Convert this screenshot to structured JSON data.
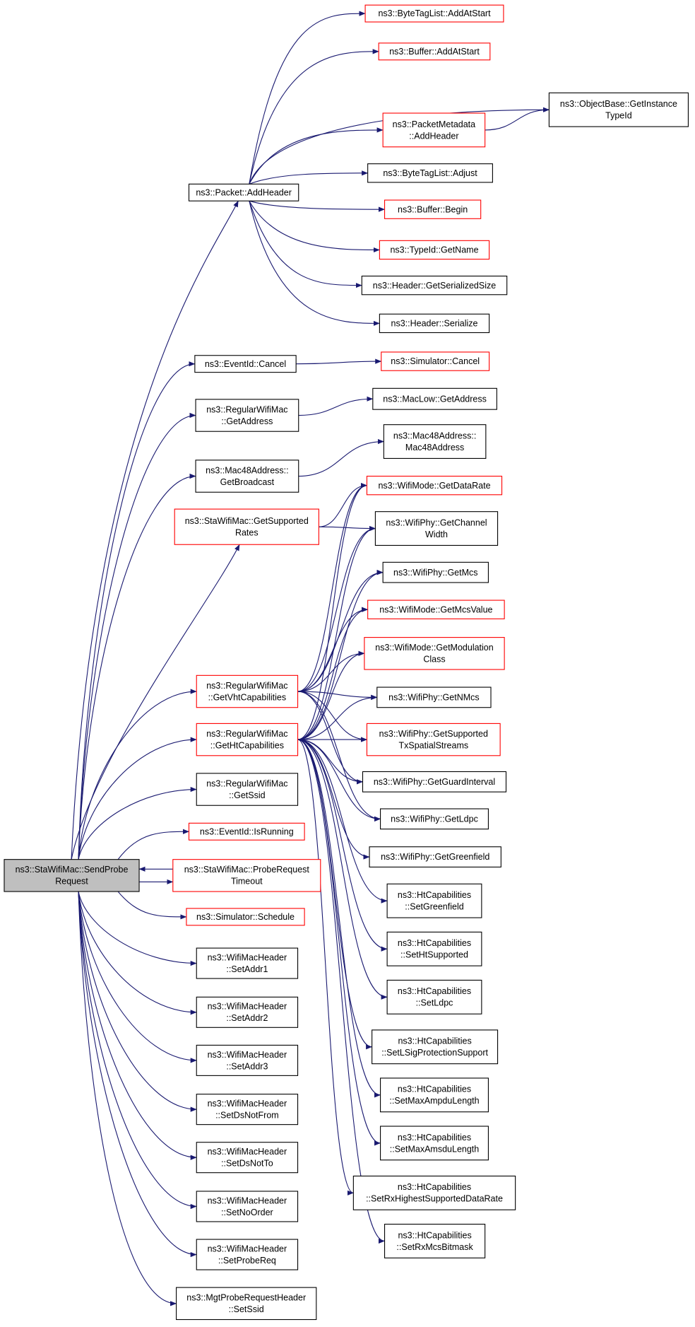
{
  "colors": {
    "edge": "#191970",
    "missing_doc_border": "#ff0000",
    "root_fill": "#bfbfbf"
  },
  "nodes": [
    {
      "id": "root",
      "lines": [
        "ns3::StaWifiMac::SendProbe",
        "Request"
      ],
      "style": "root"
    },
    {
      "id": "packet_addheader",
      "lines": [
        "ns3::Packet::AddHeader"
      ],
      "style": "black"
    },
    {
      "id": "eventid_cancel",
      "lines": [
        "ns3::EventId::Cancel"
      ],
      "style": "black"
    },
    {
      "id": "rwm_getaddress",
      "lines": [
        "ns3::RegularWifiMac",
        "::GetAddress"
      ],
      "style": "black"
    },
    {
      "id": "mac48_getbroadcast",
      "lines": [
        "ns3::Mac48Address::",
        "GetBroadcast"
      ],
      "style": "black"
    },
    {
      "id": "sta_getsupportedrates",
      "lines": [
        "ns3::StaWifiMac::GetSupported",
        "Rates"
      ],
      "style": "red"
    },
    {
      "id": "rwm_getvht",
      "lines": [
        "ns3::RegularWifiMac",
        "::GetVhtCapabilities"
      ],
      "style": "red"
    },
    {
      "id": "rwm_getht",
      "lines": [
        "ns3::RegularWifiMac",
        "::GetHtCapabilities"
      ],
      "style": "red"
    },
    {
      "id": "rwm_getssid",
      "lines": [
        "ns3::RegularWifiMac",
        "::GetSsid"
      ],
      "style": "black"
    },
    {
      "id": "eventid_isrunning",
      "lines": [
        "ns3::EventId::IsRunning"
      ],
      "style": "red"
    },
    {
      "id": "sta_probereqtimeout",
      "lines": [
        "ns3::StaWifiMac::ProbeRequest",
        "Timeout"
      ],
      "style": "red"
    },
    {
      "id": "simulator_schedule",
      "lines": [
        "ns3::Simulator::Schedule"
      ],
      "style": "red"
    },
    {
      "id": "wmh_setaddr1",
      "lines": [
        "ns3::WifiMacHeader",
        "::SetAddr1"
      ],
      "style": "black"
    },
    {
      "id": "wmh_setaddr2",
      "lines": [
        "ns3::WifiMacHeader",
        "::SetAddr2"
      ],
      "style": "black"
    },
    {
      "id": "wmh_setaddr3",
      "lines": [
        "ns3::WifiMacHeader",
        "::SetAddr3"
      ],
      "style": "black"
    },
    {
      "id": "wmh_setdsnotfrom",
      "lines": [
        "ns3::WifiMacHeader",
        "::SetDsNotFrom"
      ],
      "style": "black"
    },
    {
      "id": "wmh_setdsnotto",
      "lines": [
        "ns3::WifiMacHeader",
        "::SetDsNotTo"
      ],
      "style": "black"
    },
    {
      "id": "wmh_setnoorder",
      "lines": [
        "ns3::WifiMacHeader",
        "::SetNoOrder"
      ],
      "style": "black"
    },
    {
      "id": "wmh_setprobereq",
      "lines": [
        "ns3::WifiMacHeader",
        "::SetProbeReq"
      ],
      "style": "black"
    },
    {
      "id": "mprh_setssid",
      "lines": [
        "ns3::MgtProbeRequestHeader",
        "::SetSsid"
      ],
      "style": "black"
    },
    {
      "id": "btl_addatstart",
      "lines": [
        "ns3::ByteTagList::AddAtStart"
      ],
      "style": "red"
    },
    {
      "id": "buffer_addatstart",
      "lines": [
        "ns3::Buffer::AddAtStart"
      ],
      "style": "red"
    },
    {
      "id": "objectbase_getinstancetypeid",
      "lines": [
        "ns3::ObjectBase::GetInstance",
        "TypeId"
      ],
      "style": "black"
    },
    {
      "id": "pm_addheader",
      "lines": [
        "ns3::PacketMetadata",
        "::AddHeader"
      ],
      "style": "red"
    },
    {
      "id": "btl_adjust",
      "lines": [
        "ns3::ByteTagList::Adjust"
      ],
      "style": "black"
    },
    {
      "id": "buffer_begin",
      "lines": [
        "ns3::Buffer::Begin"
      ],
      "style": "red"
    },
    {
      "id": "typeid_getname",
      "lines": [
        "ns3::TypeId::GetName"
      ],
      "style": "red"
    },
    {
      "id": "header_getserializedsize",
      "lines": [
        "ns3::Header::GetSerializedSize"
      ],
      "style": "black"
    },
    {
      "id": "header_serialize",
      "lines": [
        "ns3::Header::Serialize"
      ],
      "style": "black"
    },
    {
      "id": "simulator_cancel",
      "lines": [
        "ns3::Simulator::Cancel"
      ],
      "style": "red"
    },
    {
      "id": "maclow_getaddress",
      "lines": [
        "ns3::MacLow::GetAddress"
      ],
      "style": "black"
    },
    {
      "id": "mac48_mac48address",
      "lines": [
        "ns3::Mac48Address::",
        "Mac48Address"
      ],
      "style": "black"
    },
    {
      "id": "wifimode_getdatarate",
      "lines": [
        "ns3::WifiMode::GetDataRate"
      ],
      "style": "red"
    },
    {
      "id": "wifiphy_getchannelwidth",
      "lines": [
        "ns3::WifiPhy::GetChannel",
        "Width"
      ],
      "style": "black"
    },
    {
      "id": "wifiphy_getmcs",
      "lines": [
        "ns3::WifiPhy::GetMcs"
      ],
      "style": "black"
    },
    {
      "id": "wifimode_getmcsvalue",
      "lines": [
        "ns3::WifiMode::GetMcsValue"
      ],
      "style": "red"
    },
    {
      "id": "wifimode_getmodulationclass",
      "lines": [
        "ns3::WifiMode::GetModulation",
        "Class"
      ],
      "style": "red"
    },
    {
      "id": "wifiphy_getnmcs",
      "lines": [
        "ns3::WifiPhy::GetNMcs"
      ],
      "style": "black"
    },
    {
      "id": "wifiphy_getsupportedtxss",
      "lines": [
        "ns3::WifiPhy::GetSupported",
        "TxSpatialStreams"
      ],
      "style": "red"
    },
    {
      "id": "wifiphy_getguardinterval",
      "lines": [
        "ns3::WifiPhy::GetGuardInterval"
      ],
      "style": "black"
    },
    {
      "id": "wifiphy_getldpc",
      "lines": [
        "ns3::WifiPhy::GetLdpc"
      ],
      "style": "black"
    },
    {
      "id": "wifiphy_getgreenfield",
      "lines": [
        "ns3::WifiPhy::GetGreenfield"
      ],
      "style": "black"
    },
    {
      "id": "htc_setgreenfield",
      "lines": [
        "ns3::HtCapabilities",
        "::SetGreenfield"
      ],
      "style": "black"
    },
    {
      "id": "htc_sethtsupported",
      "lines": [
        "ns3::HtCapabilities",
        "::SetHtSupported"
      ],
      "style": "black"
    },
    {
      "id": "htc_setldpc",
      "lines": [
        "ns3::HtCapabilities",
        "::SetLdpc"
      ],
      "style": "black"
    },
    {
      "id": "htc_setlsigprotection",
      "lines": [
        "ns3::HtCapabilities",
        "::SetLSigProtectionSupport"
      ],
      "style": "black"
    },
    {
      "id": "htc_setmaxampdulength",
      "lines": [
        "ns3::HtCapabilities",
        "::SetMaxAmpduLength"
      ],
      "style": "black"
    },
    {
      "id": "htc_setmaxamsdulength",
      "lines": [
        "ns3::HtCapabilities",
        "::SetMaxAmsduLength"
      ],
      "style": "black"
    },
    {
      "id": "htc_setrxhighestsupporteddatarate",
      "lines": [
        "ns3::HtCapabilities",
        "::SetRxHighestSupportedDataRate"
      ],
      "style": "black"
    },
    {
      "id": "htc_setrxmcsbitmask",
      "lines": [
        "ns3::HtCapabilities",
        "::SetRxMcsBitmask"
      ],
      "style": "black"
    }
  ],
  "edges": [
    [
      "root",
      "packet_addheader"
    ],
    [
      "root",
      "eventid_cancel"
    ],
    [
      "root",
      "rwm_getaddress"
    ],
    [
      "root",
      "mac48_getbroadcast"
    ],
    [
      "root",
      "sta_getsupportedrates"
    ],
    [
      "root",
      "rwm_getvht"
    ],
    [
      "root",
      "rwm_getht"
    ],
    [
      "root",
      "rwm_getssid"
    ],
    [
      "root",
      "eventid_isrunning"
    ],
    [
      "root",
      "sta_probereqtimeout"
    ],
    [
      "sta_probereqtimeout",
      "root"
    ],
    [
      "root",
      "simulator_schedule"
    ],
    [
      "root",
      "wmh_setaddr1"
    ],
    [
      "root",
      "wmh_setaddr2"
    ],
    [
      "root",
      "wmh_setaddr3"
    ],
    [
      "root",
      "wmh_setdsnotfrom"
    ],
    [
      "root",
      "wmh_setdsnotto"
    ],
    [
      "root",
      "wmh_setnoorder"
    ],
    [
      "root",
      "wmh_setprobereq"
    ],
    [
      "root",
      "mprh_setssid"
    ],
    [
      "packet_addheader",
      "btl_addatstart"
    ],
    [
      "packet_addheader",
      "buffer_addatstart"
    ],
    [
      "packet_addheader",
      "objectbase_getinstancetypeid"
    ],
    [
      "packet_addheader",
      "pm_addheader"
    ],
    [
      "packet_addheader",
      "btl_adjust"
    ],
    [
      "packet_addheader",
      "buffer_begin"
    ],
    [
      "packet_addheader",
      "typeid_getname"
    ],
    [
      "packet_addheader",
      "header_getserializedsize"
    ],
    [
      "packet_addheader",
      "header_serialize"
    ],
    [
      "pm_addheader",
      "objectbase_getinstancetypeid"
    ],
    [
      "eventid_cancel",
      "simulator_cancel"
    ],
    [
      "rwm_getaddress",
      "maclow_getaddress"
    ],
    [
      "mac48_getbroadcast",
      "mac48_mac48address"
    ],
    [
      "sta_getsupportedrates",
      "wifimode_getdatarate"
    ],
    [
      "sta_getsupportedrates",
      "wifiphy_getchannelwidth"
    ],
    [
      "rwm_getvht",
      "wifimode_getdatarate"
    ],
    [
      "rwm_getvht",
      "wifiphy_getchannelwidth"
    ],
    [
      "rwm_getvht",
      "wifiphy_getmcs"
    ],
    [
      "rwm_getvht",
      "wifimode_getmcsvalue"
    ],
    [
      "rwm_getvht",
      "wifimode_getmodulationclass"
    ],
    [
      "rwm_getvht",
      "wifiphy_getnmcs"
    ],
    [
      "rwm_getvht",
      "wifiphy_getsupportedtxss"
    ],
    [
      "rwm_getvht",
      "wifiphy_getguardinterval"
    ],
    [
      "rwm_getvht",
      "wifiphy_getldpc"
    ],
    [
      "rwm_getht",
      "wifimode_getdatarate"
    ],
    [
      "rwm_getht",
      "wifiphy_getchannelwidth"
    ],
    [
      "rwm_getht",
      "wifiphy_getmcs"
    ],
    [
      "rwm_getht",
      "wifimode_getmcsvalue"
    ],
    [
      "rwm_getht",
      "wifimode_getmodulationclass"
    ],
    [
      "rwm_getht",
      "wifiphy_getnmcs"
    ],
    [
      "rwm_getht",
      "wifiphy_getsupportedtxss"
    ],
    [
      "rwm_getht",
      "wifiphy_getguardinterval"
    ],
    [
      "rwm_getht",
      "wifiphy_getldpc"
    ],
    [
      "rwm_getht",
      "wifiphy_getgreenfield"
    ],
    [
      "rwm_getht",
      "htc_setgreenfield"
    ],
    [
      "rwm_getht",
      "htc_sethtsupported"
    ],
    [
      "rwm_getht",
      "htc_setldpc"
    ],
    [
      "rwm_getht",
      "htc_setlsigprotection"
    ],
    [
      "rwm_getht",
      "htc_setmaxampdulength"
    ],
    [
      "rwm_getht",
      "htc_setmaxamsdulength"
    ],
    [
      "rwm_getht",
      "htc_setrxhighestsupporteddatarate"
    ],
    [
      "rwm_getht",
      "htc_setrxmcsbitmask"
    ]
  ]
}
